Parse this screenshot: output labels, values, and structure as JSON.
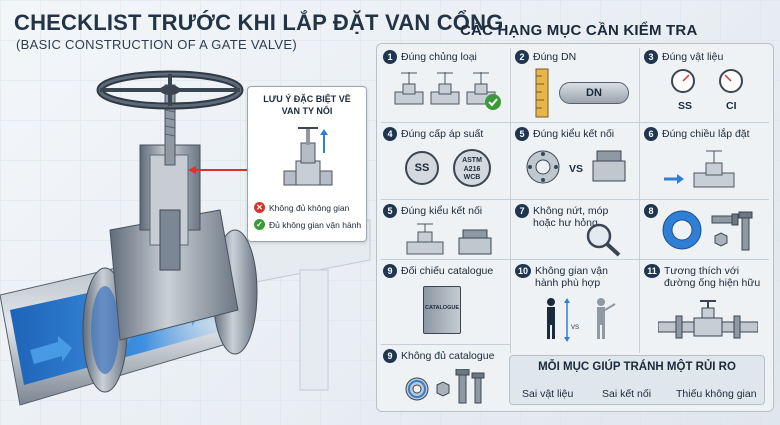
{
  "title": "CHECKLIST TRƯỚC KHI LẮP ĐẶT VAN CỔNG",
  "subtitle": "(BASIC CONSTRUCTION OF A GATE VALVE)",
  "callout": {
    "title_line1": "LƯU Ý ĐẶC BIỆT VỀ",
    "title_line2": "VAN TY NỔI",
    "bad": "Không đủ không gian",
    "good": "Đủ không gian vận hành"
  },
  "right_heading": "CÁC HẠNG MỤC CẦN KIỂM TRA",
  "items": [
    {
      "num": "1",
      "label": "Đúng chủng loại"
    },
    {
      "num": "2",
      "label": "Đúng DN"
    },
    {
      "num": "3",
      "label": "Đúng vật liệu"
    },
    {
      "num": "4",
      "label": "Đúng cấp áp suất"
    },
    {
      "num": "5",
      "label": "Đúng kiểu kết nối"
    },
    {
      "num": "6",
      "label": "Đúng chiều lắp đặt"
    },
    {
      "num": "5",
      "label": "Đúng kiểu kết nối"
    },
    {
      "num": "7",
      "label_line1": "Không nứt, móp",
      "label_line2": "hoặc hư hỏng"
    },
    {
      "num": "8",
      "label": ""
    },
    {
      "num": "9",
      "label": "Đối chiếu catalogue"
    },
    {
      "num": "10",
      "label_line1": "Không gian vận",
      "label_line2": "hành phù hợp"
    },
    {
      "num": "11",
      "label_line1": "Tương thích với",
      "label_line2": "đường ống hiện hữu"
    },
    {
      "num": "9",
      "label": "Không đủ catalogue"
    }
  ],
  "icons": {
    "dn_text": "DN",
    "ss": "SS",
    "ci": "CI",
    "ss_badge": "SS",
    "astm_line1": "ASTM",
    "astm_line2": "A216",
    "astm_line3": "WCB",
    "vs": "VS",
    "catalogue": "CATALOGUE",
    "vs_small": "VS"
  },
  "summary": {
    "title": "MỖI MỤC GIÚP TRÁNH MỘT RỦI RO",
    "risks": [
      "Sai vật liệu",
      "Sai kết nối",
      "Thiếu không gian"
    ]
  },
  "colors": {
    "navy": "#1f3550",
    "pipe_blue": "#2f7fd6",
    "danger": "#d9332b",
    "ok": "#3a9b3a",
    "steel": "#8793a0"
  }
}
